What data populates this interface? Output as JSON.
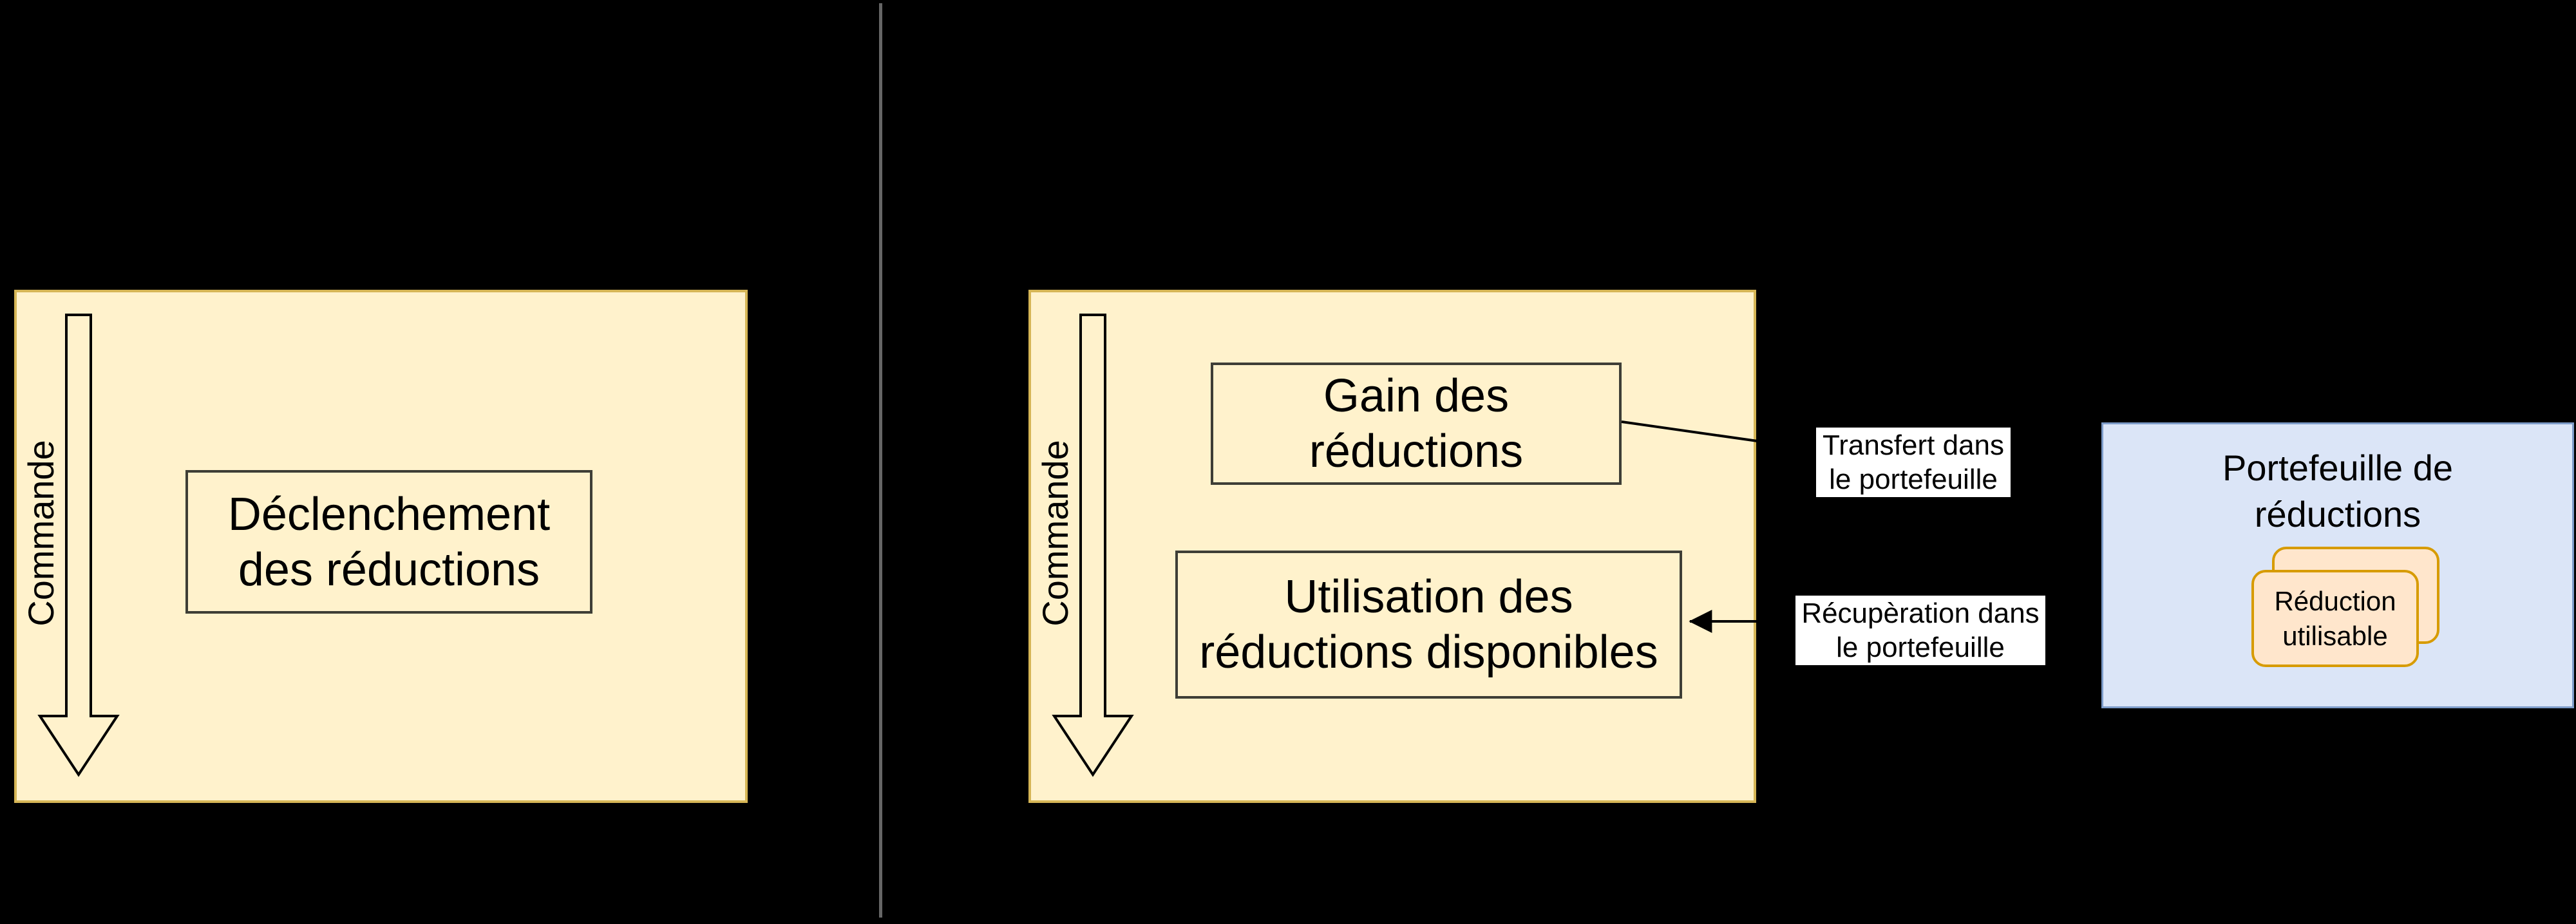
{
  "colors": {
    "tan_fill": "#FFF2CC",
    "tan_border": "#D6B656",
    "box_border": "#3E3E36",
    "wallet_fill": "#DBE5F7",
    "wallet_border": "#7D9BC8",
    "card_fill": "#FFE6CC",
    "card_border": "#D79B00",
    "divider": "#666666",
    "label_bg": "#FFFFFF",
    "line": "#000000",
    "text": "#000000"
  },
  "left_container": {
    "command_label": "Commande",
    "step_box": {
      "line1": "Déclenchement",
      "line2": "des réductions"
    }
  },
  "right_container": {
    "command_label": "Commande",
    "gain_box": {
      "line1": "Gain des",
      "line2": "réductions"
    },
    "use_box": {
      "line1": "Utilisation des",
      "line2": "réductions disponibles"
    }
  },
  "edge_labels": {
    "transfer": {
      "line1": "Transfert dans",
      "line2": "le portefeuille"
    },
    "retrieve": {
      "line1": "Récupèration dans",
      "line2": "le portefeuille"
    }
  },
  "wallet": {
    "title_line1": "Portefeuille de",
    "title_line2": "réductions",
    "card": {
      "line1": "Réduction",
      "line2": "utilisable"
    }
  }
}
